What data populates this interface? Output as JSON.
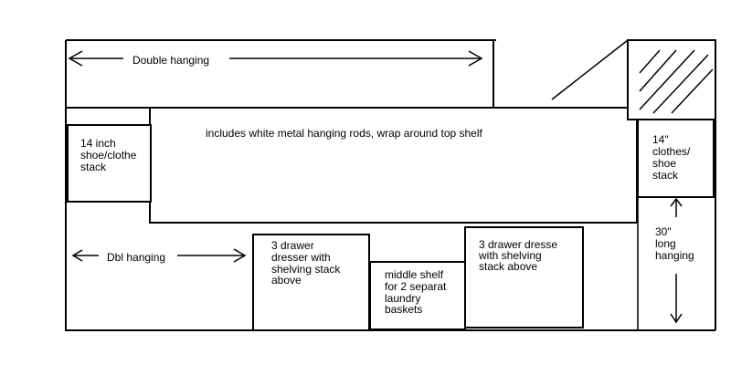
{
  "diagram": {
    "labels": {
      "double_hanging": "Double hanging",
      "top_shelf_note": "includes white metal hanging rods, wrap around top shelf",
      "left_stack": [
        "14 inch",
        "shoe/clothe",
        "stack"
      ],
      "dbl_hanging": "Dbl hanging",
      "dresser_left": [
        "3 drawer",
        "dresser with",
        "shelving stack",
        "above"
      ],
      "middle_shelf": [
        "middle shelf",
        "for 2 separat",
        "laundry",
        "baskets"
      ],
      "dresser_right": [
        "3 drawer dresse",
        "with shelving",
        "stack above"
      ],
      "right_stack": [
        "14\"",
        "clothes/",
        "shoe",
        "stack"
      ],
      "long_hanging": [
        "30\"",
        "long",
        "hanging"
      ]
    },
    "colors": {
      "line": "#000000",
      "background": "#ffffff"
    },
    "icons": [
      "double-arrow-icon",
      "hatch-pattern-icon",
      "vertical-arrow-icon"
    ]
  }
}
